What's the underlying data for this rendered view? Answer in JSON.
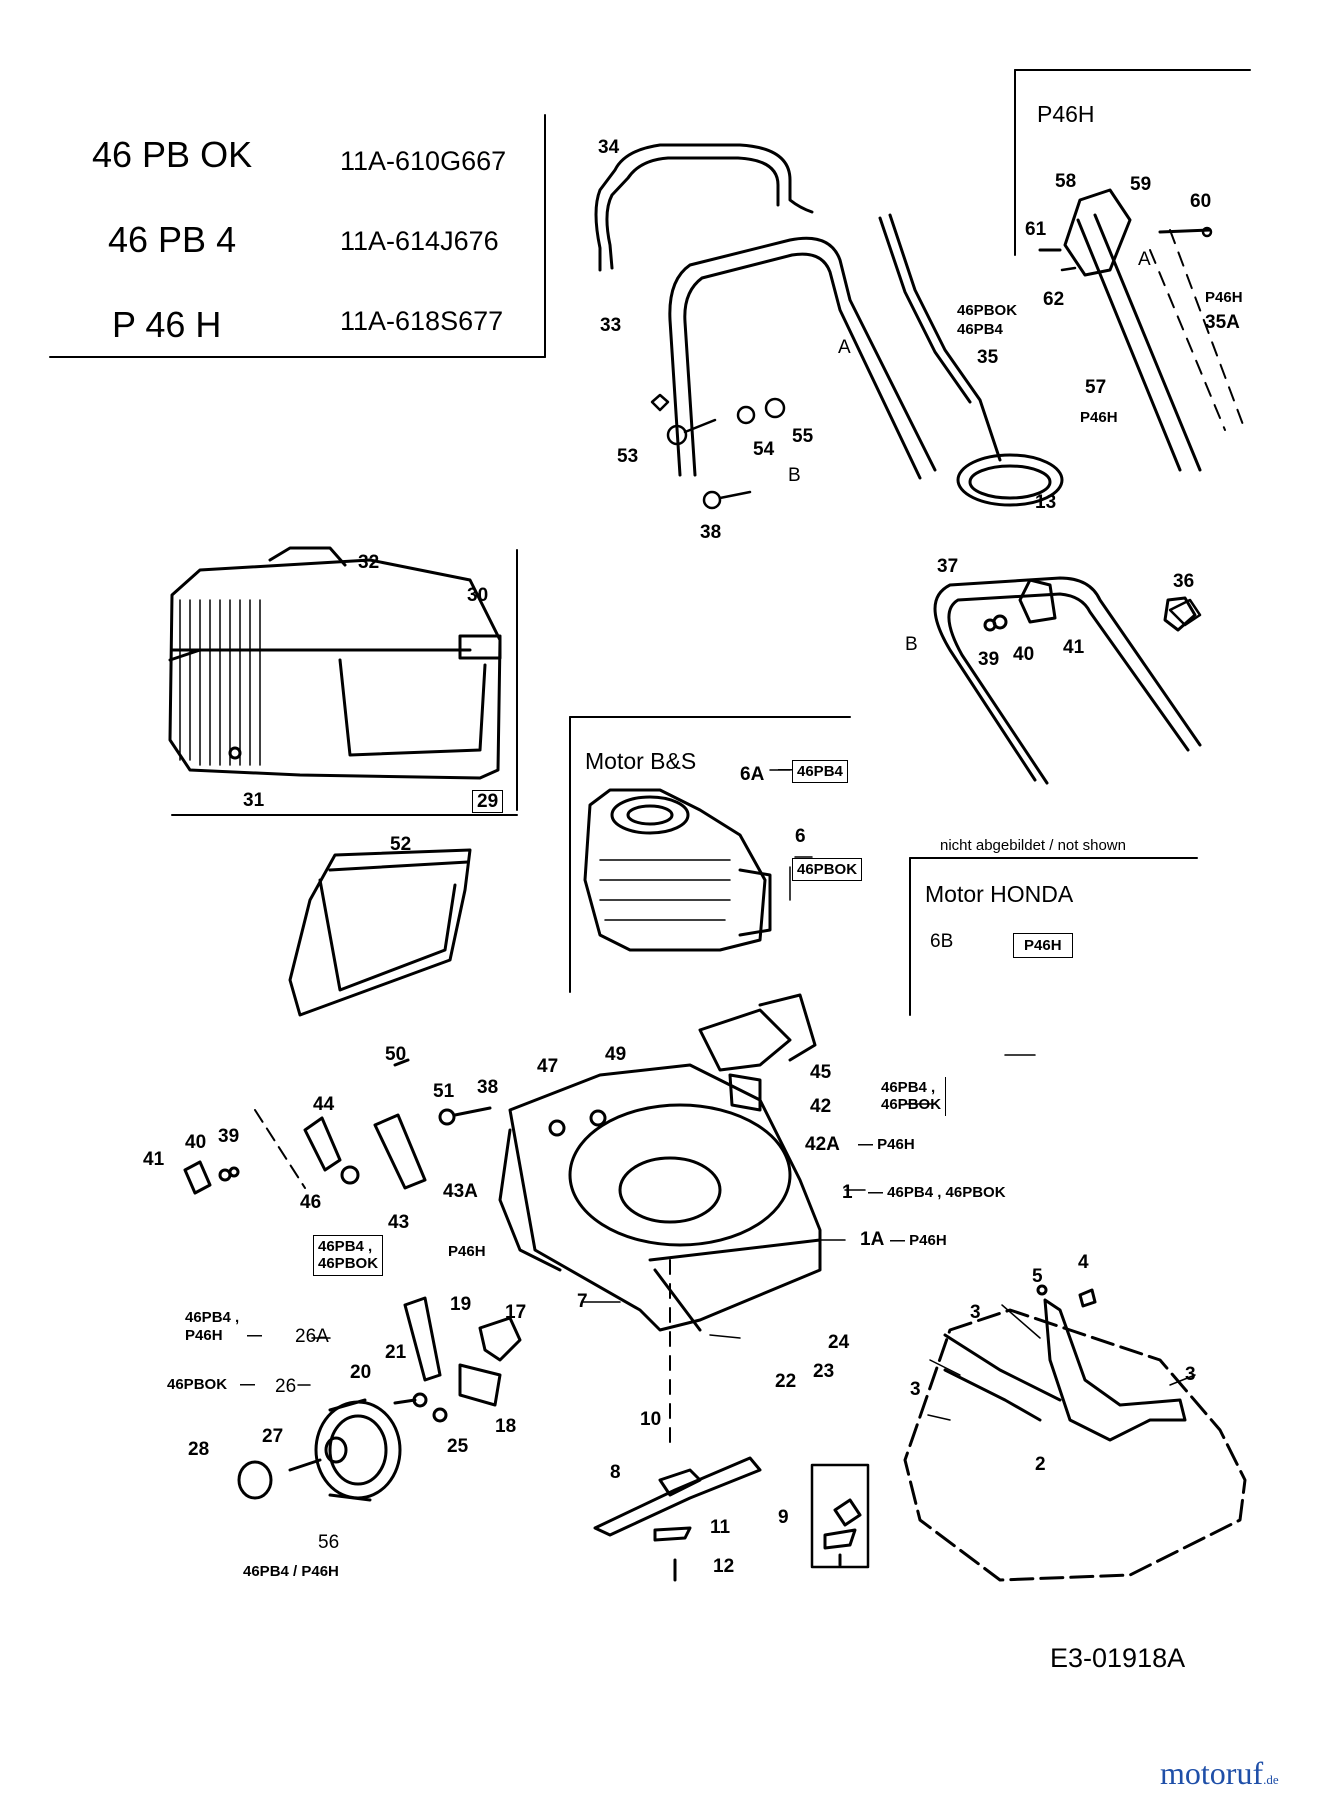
{
  "models": [
    {
      "name": "46 PB OK",
      "code": "11A-610G667"
    },
    {
      "name": "46 PB 4",
      "code": "11A-614J676"
    },
    {
      "name": "P 46 H",
      "code": "11A-618S677"
    }
  ],
  "sections": {
    "p46h_title": "P46H",
    "motor_bs": "Motor B&S",
    "motor_honda": "Motor HONDA",
    "not_shown": "nicht abgebildet / not shown"
  },
  "parts": {
    "p1": "1",
    "p1A": "1A",
    "p2": "2",
    "p3": "3",
    "p4": "4",
    "p5": "5",
    "p6": "6",
    "p6A": "6A",
    "p6B": "6B",
    "p7": "7",
    "p8": "8",
    "p9": "9",
    "p10": "10",
    "p11": "11",
    "p12": "12",
    "p13": "13",
    "p17": "17",
    "p18": "18",
    "p19": "19",
    "p20": "20",
    "p21": "21",
    "p22": "22",
    "p23": "23",
    "p24": "24",
    "p25": "25",
    "p26": "26",
    "p26A": "26A",
    "p27": "27",
    "p28": "28",
    "p29": "29",
    "p30": "30",
    "p31": "31",
    "p32": "32",
    "p33": "33",
    "p34": "34",
    "p35": "35",
    "p35A": "35A",
    "p36": "36",
    "p37": "37",
    "p38": "38",
    "p39": "39",
    "p40": "40",
    "p41": "41",
    "p42": "42",
    "p42A": "42A",
    "p43": "43",
    "p43A": "43A",
    "p44": "44",
    "p45": "45",
    "p46": "46",
    "p47": "47",
    "p49": "49",
    "p50": "50",
    "p51": "51",
    "p52": "52",
    "p53": "53",
    "p54": "54",
    "p55": "55",
    "p56": "56",
    "p57": "57",
    "p58": "58",
    "p59": "59",
    "p60": "60",
    "p61": "61",
    "p62": "62"
  },
  "markers": {
    "a": "A",
    "b": "B"
  },
  "variants": {
    "v46PBOK": "46PBOK",
    "v46PB4": "46PB4",
    "vP46H": "P46H",
    "v46PB4_comma": "46PB4 ,",
    "v46PB4_46PBOK": "46PB4 , 46PBOK",
    "v46PB4_P46H": "46PB4 / P46H",
    "dash_P46H": "— P46H",
    "dash_46PB4_46PBOK": "— 46PB4 , 46PBOK",
    "dash_symbol": "—"
  },
  "doc_id": "E3-01918A",
  "watermark": {
    "main": "motoruf",
    "suffix": ".de"
  }
}
